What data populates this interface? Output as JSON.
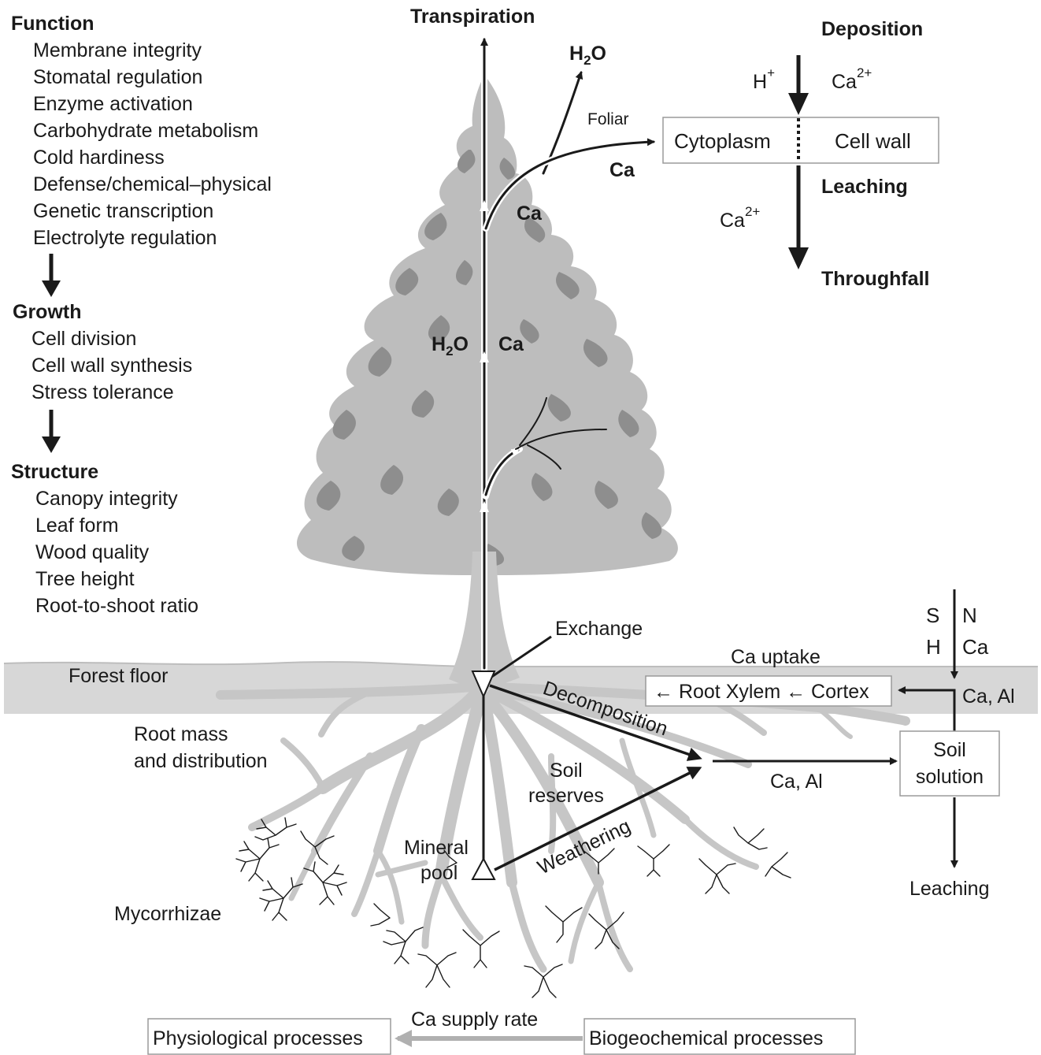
{
  "sections": {
    "function": {
      "title": "Function",
      "items": [
        "Membrane integrity",
        "Stomatal regulation",
        "Enzyme activation",
        "Carbohydrate metabolism",
        "Cold hardiness",
        "Defense/chemical–physical",
        "Genetic transcription",
        "Electrolyte regulation"
      ]
    },
    "growth": {
      "title": "Growth",
      "items": [
        "Cell division",
        "Cell wall synthesis",
        "Stress tolerance"
      ]
    },
    "structure": {
      "title": "Structure",
      "items": [
        "Canopy integrity",
        "Leaf form",
        "Wood quality",
        "Tree height",
        "Root-to-shoot ratio"
      ]
    }
  },
  "tree": {
    "transpiration": "Transpiration",
    "h2o_top": {
      "main": "H",
      "sub": "2",
      "rest": "O"
    },
    "foliar": "Foliar",
    "ca_foliar": "Ca",
    "ca_stem": "Ca",
    "h2o_mid": {
      "main": "H",
      "sub": "2",
      "rest": "O"
    },
    "ca_mid": "Ca",
    "exchange": "Exchange",
    "forest_floor": "Forest floor",
    "root_mass_line1": "Root mass",
    "root_mass_line2": "and distribution",
    "mycorrhizae": "Mycorrhizae",
    "mineral_line1": "Mineral",
    "mineral_line2": "pool",
    "soil_reserves_line1": "Soil",
    "soil_reserves_line2": "reserves",
    "decomposition": "Decomposition",
    "weathering": "Weathering"
  },
  "deposition": {
    "title": "Deposition",
    "h_plus": {
      "main": "H",
      "sup": "+"
    },
    "ca_in": {
      "main": "Ca",
      "sup": "2+"
    },
    "cytoplasm": "Cytoplasm",
    "cell_wall": "Cell wall",
    "leaching": "Leaching",
    "ca_out": {
      "main": "Ca",
      "sup": "2+"
    },
    "throughfall": "Throughfall"
  },
  "soil": {
    "s": "S",
    "n": "N",
    "h": "H",
    "ca": "Ca",
    "ca_uptake": "Ca uptake",
    "root_xylem_cortex": "← Root Xylem ← Cortex",
    "ca_al_upper": "Ca, Al",
    "ca_al_lower": "Ca, Al",
    "soil_solution_line1": "Soil",
    "soil_solution_line2": "solution",
    "leaching": "Leaching"
  },
  "bottom": {
    "ca_supply_rate": "Ca supply rate",
    "physiological": "Physiological processes",
    "biogeochemical": "Biogeochemical processes"
  },
  "colors": {
    "ink": "#1a1a1a",
    "canopy_light": "#bdbdbd",
    "canopy_dark": "#8e8e8e",
    "root": "#c6c6c6",
    "forest_floor": "#d7d7d7",
    "box_border": "#9a9a9a",
    "grey_arrow": "#b0b0b0"
  }
}
